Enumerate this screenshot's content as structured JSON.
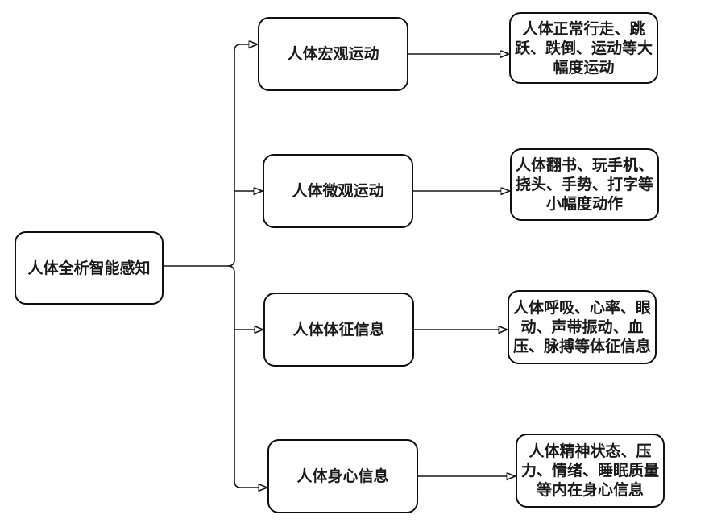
{
  "diagram": {
    "root": {
      "label": "人体全析智能感知"
    },
    "branches": [
      {
        "category": "人体宏观运动",
        "detail": "人体正常行走、跳跃、跌倒、运动等大幅度运动"
      },
      {
        "category": "人体微观运动",
        "detail": "人体翻书、玩手机、挠头、手势、打字等小幅度动作"
      },
      {
        "category": "人体体征信息",
        "detail": "人体呼吸、心率、眼动、声带振动、血压、脉搏等体征信息"
      },
      {
        "category": "人体身心信息",
        "detail": "人体精神状态、压力、情绪、睡眠质量等内在身心信息"
      }
    ],
    "colors": {
      "line": "#161616",
      "box_border": "#101010",
      "box_fill": "#ffffff",
      "text": "#1a1a1a",
      "background": "#ffffff"
    }
  }
}
